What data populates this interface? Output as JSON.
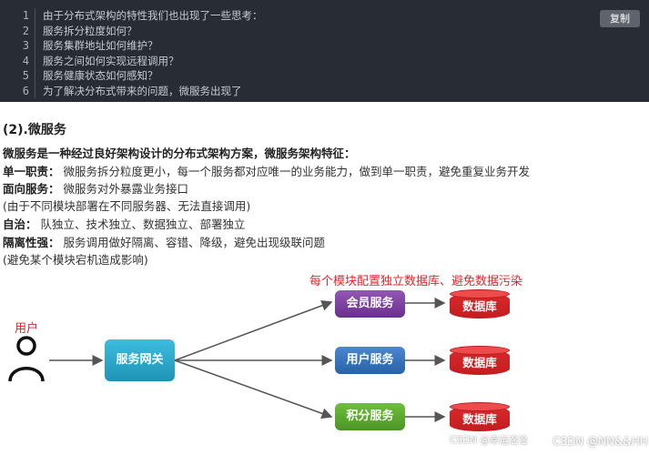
{
  "code_block": {
    "lines": [
      {
        "num": "1",
        "text": "由于分布式架构的特性我们也出现了一些思考："
      },
      {
        "num": "2",
        "text": "服务拆分粒度如何？"
      },
      {
        "num": "3",
        "text": "服务集群地址如何维护？"
      },
      {
        "num": "4",
        "text": "服务之间如何实现远程调用？"
      },
      {
        "num": "5",
        "text": "服务健康状态如何感知？"
      },
      {
        "num": "6",
        "text": "为了解决分布式带来的问题，微服务出现了"
      }
    ],
    "copy_label": "复制"
  },
  "article": {
    "section_title": "(2).微服务",
    "intro": "微服务是一种经过良好架构设计的分布式架构方案，微服务架构特征：",
    "features": [
      {
        "term": "单一职责：",
        "desc": "微服务拆分粒度更小，每一个服务都对应唯一的业务能力，做到单一职责，避免重复业务开发"
      },
      {
        "term": "面向服务：",
        "desc": "微服务对外暴露业务接口"
      },
      {
        "term": "",
        "desc": "(由于不同模块部署在不同服务器、无法直接调用)"
      },
      {
        "term": "自治：",
        "desc": "队独立、技术独立、数据独立、部署独立"
      },
      {
        "term": "隔离性强：",
        "desc": "服务调用做好隔离、容错、降级，避免出现级联问题"
      },
      {
        "term": "",
        "desc": "(避免某个模块宕机造成影响)"
      }
    ]
  },
  "diagram": {
    "caption": "每个模块配置独立数据库、避免数据污染",
    "user_label": "用户",
    "gateway_label": "服务网关",
    "services": [
      {
        "label": "会员服务",
        "db_label": "数据库",
        "color": "#7b3f9e"
      },
      {
        "label": "用户服务",
        "db_label": "数据库",
        "color": "#2f6fba"
      },
      {
        "label": "积分服务",
        "db_label": "数据库",
        "color": "#58a62f"
      }
    ],
    "gateway_color": "#2aa7c9",
    "db_color": "#d0242a",
    "caption_color": "#e8232b"
  },
  "watermarks": {
    "inner": "CSDN @幸运淦淦",
    "corner": "CSDN @NN&&HH"
  }
}
